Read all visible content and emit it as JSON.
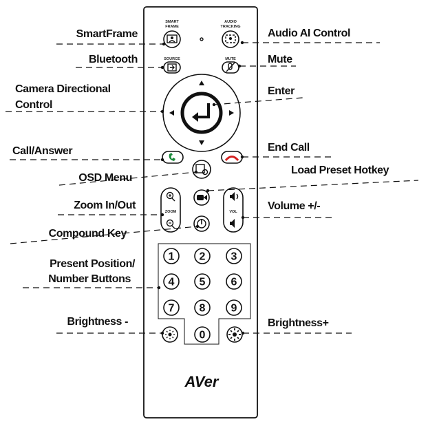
{
  "labels": {
    "smartframe": "SmartFrame",
    "bluetooth": "Bluetooth",
    "camera_line1": "Camera Directional",
    "camera_line2": "Control",
    "call_answer": "Call/Answer",
    "osd_menu": "OSD Menu",
    "zoom": "Zoom In/Out",
    "compound_key": "Compound Key",
    "present_line1": "Present Position/",
    "present_line2": "Number Buttons",
    "brightness_minus": "Brightness -",
    "audio_ai": "Audio AI Control",
    "mute": "Mute",
    "enter": "Enter",
    "end_call": "End Call",
    "load_preset": "Load Preset Hotkey",
    "volume": "Volume +/-",
    "brightness_plus": "Brightness+"
  },
  "remote": {
    "smart_frame_top": "SMART",
    "smart_frame_bottom": "FRAME",
    "audio_top": "AUDIO",
    "audio_bottom": "TRACKING",
    "source": "SOURCE",
    "mute": "MUTE",
    "zoom": "ZOOM",
    "vol": "VOL",
    "digits": [
      "1",
      "2",
      "3",
      "4",
      "5",
      "6",
      "7",
      "8",
      "9",
      "0"
    ],
    "logo": "AVer"
  },
  "colors": {
    "call_green": "#1a8a3a",
    "end_red": "#d42020"
  }
}
